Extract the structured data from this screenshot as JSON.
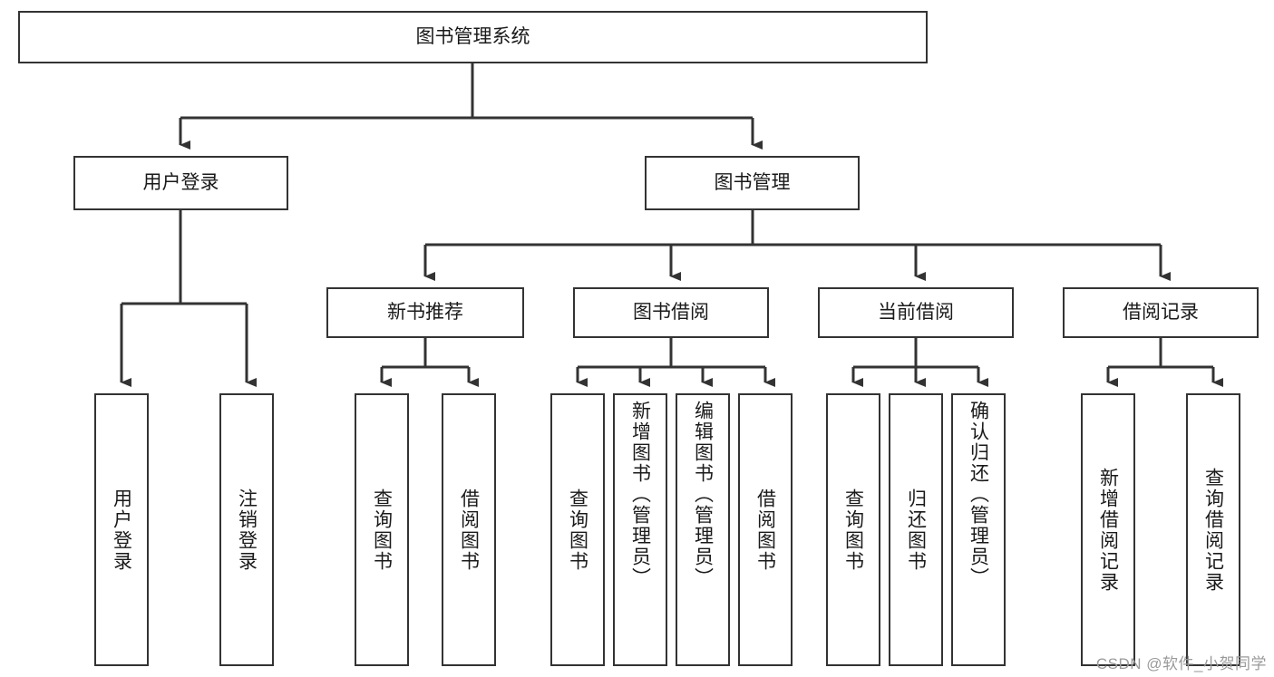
{
  "diagram": {
    "title": "图书管理系统",
    "type": "tree-hierarchy-diagram",
    "colors": {
      "box_border": "#333333",
      "box_fill": "#ffffff",
      "connector": "#333333",
      "text": "#1a1a1a",
      "watermark": "#9a9a9a"
    },
    "root": {
      "label": "图书管理系统"
    },
    "level2": [
      {
        "label": "用户登录"
      },
      {
        "label": "图书管理"
      }
    ],
    "level3": [
      {
        "label": "新书推荐"
      },
      {
        "label": "图书借阅"
      },
      {
        "label": "当前借阅"
      },
      {
        "label": "借阅记录"
      }
    ],
    "leaves": {
      "user_login": [
        {
          "label": "用户登录"
        },
        {
          "label": "注销登录"
        }
      ],
      "new_book_recommend": [
        {
          "label": "查询图书"
        },
        {
          "label": "借阅图书"
        }
      ],
      "book_borrow": [
        {
          "label": "查询图书"
        },
        {
          "label": "新增图书（管理员）"
        },
        {
          "label": "编辑图书（管理员）"
        },
        {
          "label": "借阅图书"
        }
      ],
      "current_borrow": [
        {
          "label": "查询图书"
        },
        {
          "label": "归还图书"
        },
        {
          "label": "确认归还（管理员）"
        }
      ],
      "borrow_records": [
        {
          "label": "新增借阅记录"
        },
        {
          "label": "查询借阅记录"
        }
      ]
    }
  },
  "watermark": {
    "text": "CSDN @软件_小贺同学"
  }
}
